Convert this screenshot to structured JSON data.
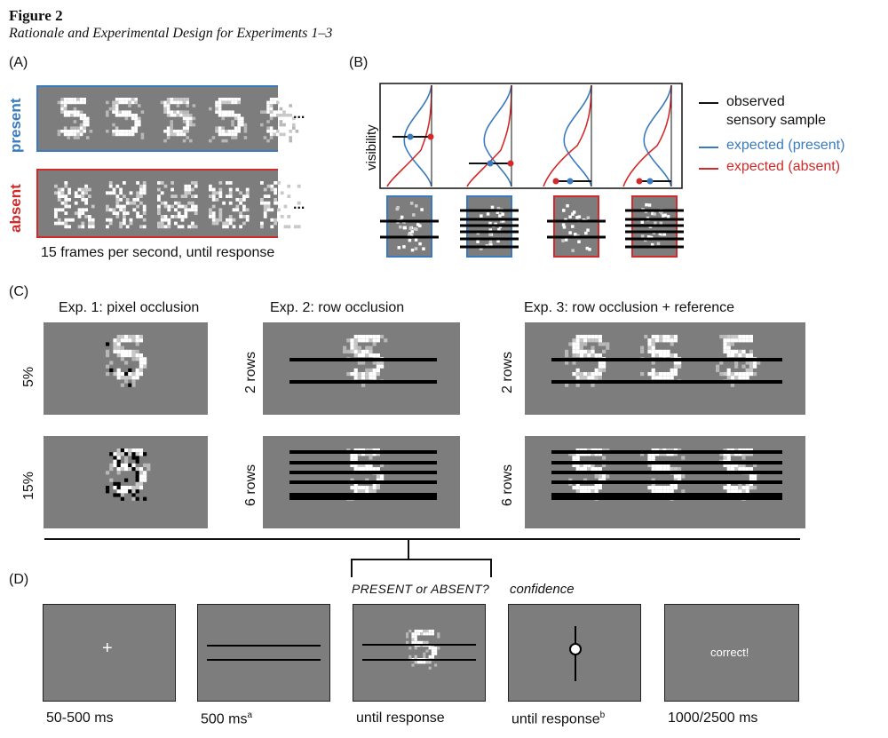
{
  "figure": {
    "number": "Figure 2",
    "caption": "Rationale and Experimental Design for Experiments 1–3"
  },
  "panelA": {
    "label": "(A)",
    "present_label": "present",
    "absent_label": "absent",
    "ellipsis": "...",
    "caption": "15 frames per second, until response",
    "colors": {
      "present": "#3a7bbf",
      "absent": "#d22a2a"
    }
  },
  "panelB": {
    "label": "(B)",
    "ylabel": "visibility",
    "legend": [
      {
        "text": "observed",
        "color": "#111111"
      },
      {
        "text": "sensory sample",
        "color": "#111111"
      },
      {
        "text": "expected (present)",
        "color": "#3a7bbf"
      },
      {
        "text": "expected (absent)",
        "color": "#d22a2a"
      }
    ]
  },
  "panelC": {
    "label": "(C)",
    "exp1_title": "Exp. 1: pixel occlusion",
    "exp2_title": "Exp. 2: row occlusion",
    "exp3_title": "Exp. 3: row occlusion + reference",
    "exp1_rows": [
      "5%",
      "15%"
    ],
    "exp2_rows": [
      "2 rows",
      "6 rows"
    ],
    "exp3_rows": [
      "2 rows",
      "6 rows"
    ]
  },
  "panelD": {
    "label": "(D)",
    "question": "PRESENT or ABSENT?",
    "confidence": "confidence",
    "feedback": "correct!",
    "fixation": "+",
    "timings": [
      {
        "text": "50-500 ms",
        "sup": ""
      },
      {
        "text": "500 ms",
        "sup": "a"
      },
      {
        "text": "until response",
        "sup": ""
      },
      {
        "text": "until response",
        "sup": "b"
      },
      {
        "text": "1000/2500 ms",
        "sup": ""
      }
    ]
  }
}
